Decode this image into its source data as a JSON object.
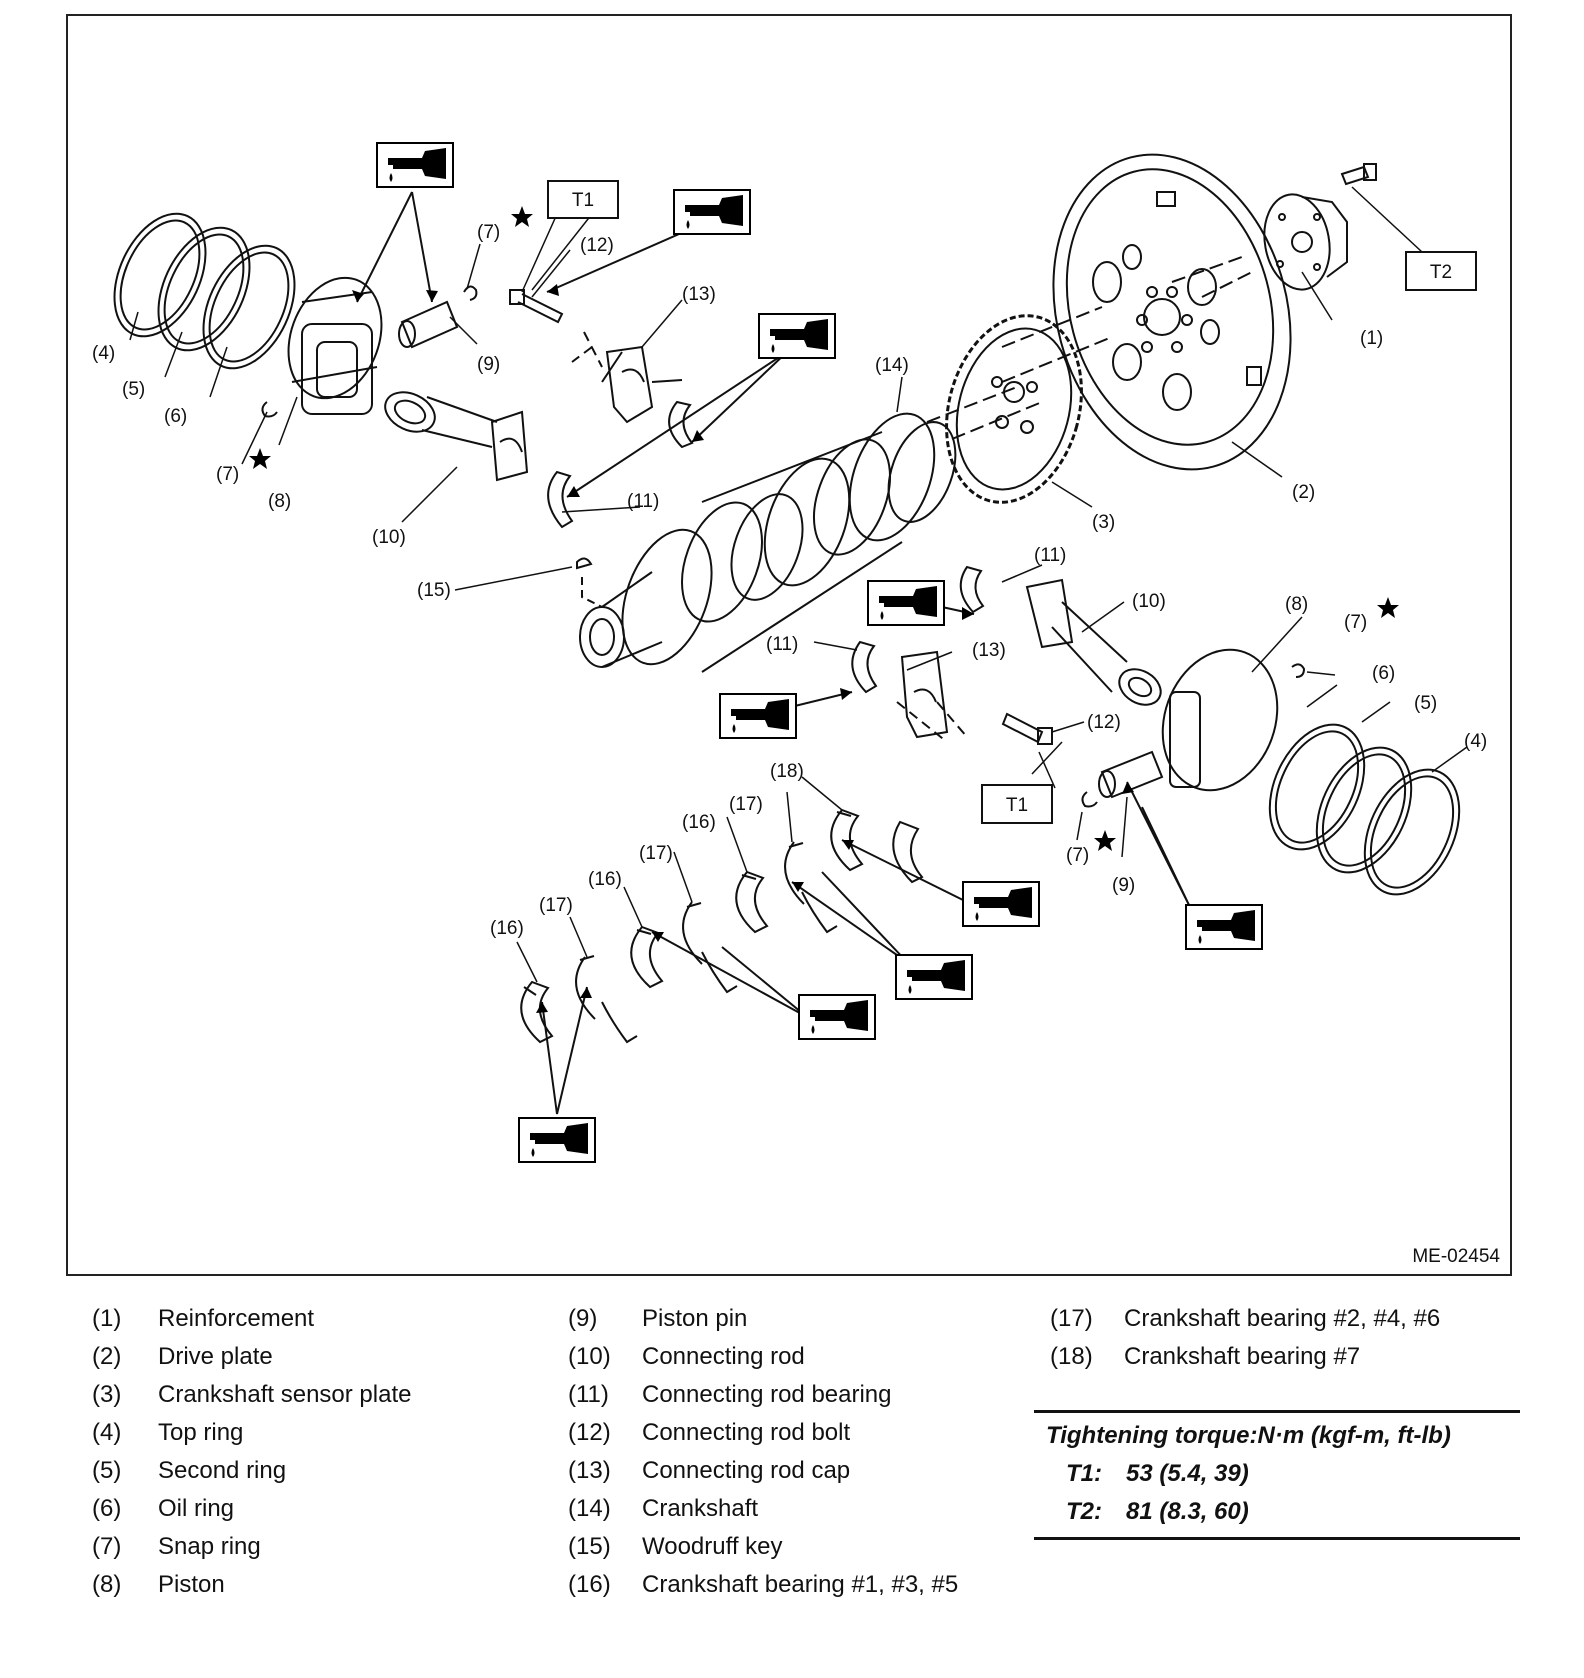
{
  "drawing_id": "ME-02454",
  "callouts": {
    "c1": "(1)",
    "c2": "(2)",
    "c3": "(3)",
    "c4": "(4)",
    "c5": "(5)",
    "c6": "(6)",
    "c7": "(7)",
    "c8": "(8)",
    "c9": "(9)",
    "c10": "(10)",
    "c11": "(11)",
    "c12": "(12)",
    "c13": "(13)",
    "c14": "(14)",
    "c15": "(15)",
    "c16": "(16)",
    "c17": "(17)",
    "c18": "(18)"
  },
  "torque_tags": {
    "t1": "T1",
    "t2": "T2"
  },
  "icons": {
    "oil": "oil-can-icon",
    "star": "star-icon"
  },
  "legend": [
    {
      "num": "(1)",
      "label": "Reinforcement"
    },
    {
      "num": "(2)",
      "label": "Drive plate"
    },
    {
      "num": "(3)",
      "label": "Crankshaft sensor plate"
    },
    {
      "num": "(4)",
      "label": "Top ring"
    },
    {
      "num": "(5)",
      "label": "Second ring"
    },
    {
      "num": "(6)",
      "label": "Oil ring"
    },
    {
      "num": "(7)",
      "label": "Snap ring"
    },
    {
      "num": "(8)",
      "label": "Piston"
    },
    {
      "num": "(9)",
      "label": "Piston pin"
    },
    {
      "num": "(10)",
      "label": "Connecting rod"
    },
    {
      "num": "(11)",
      "label": "Connecting rod bearing"
    },
    {
      "num": "(12)",
      "label": "Connecting rod bolt"
    },
    {
      "num": "(13)",
      "label": "Connecting rod cap"
    },
    {
      "num": "(14)",
      "label": "Crankshaft"
    },
    {
      "num": "(15)",
      "label": "Woodruff key"
    },
    {
      "num": "(16)",
      "label": "Crankshaft bearing #1, #3, #5"
    },
    {
      "num": "(17)",
      "label": "Crankshaft bearing #2, #4, #6"
    },
    {
      "num": "(18)",
      "label": "Crankshaft bearing #7"
    }
  ],
  "torque": {
    "heading": "Tightening torque:N·m (kgf-m, ft-lb)",
    "rows": [
      {
        "key": "T1:",
        "value": "53 (5.4, 39)"
      },
      {
        "key": "T2:",
        "value": "81 (8.3, 60)"
      }
    ]
  }
}
